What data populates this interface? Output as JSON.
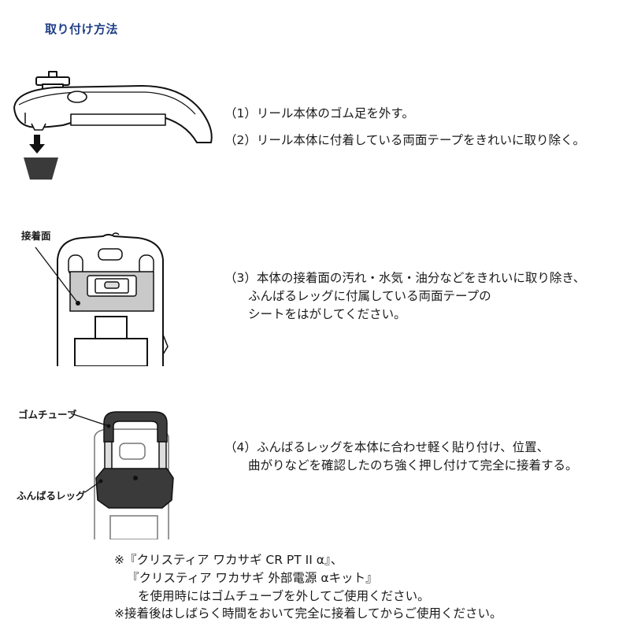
{
  "header": {
    "title": "取り付け方法"
  },
  "steps": [
    {
      "lines": [
        "（1）リール本体のゴム足を外す。"
      ]
    },
    {
      "lines": [
        "（2）リール本体に付着している両面テープをきれいに取り除く。"
      ]
    },
    {
      "lines": [
        "（3）本体の接着面の汚れ・水気・油分などをきれいに取り除き、",
        "ふんばるレッグに付属している両面テープの",
        "シートをはがしてください。"
      ]
    },
    {
      "lines": [
        "（4）ふんばるレッグを本体に合わせ軽く貼り付け、位置、",
        "曲がりなどを確認したのち強く押し付けて完全に接着する。"
      ]
    }
  ],
  "labels": {
    "adhesive_surface": "接着面",
    "rubber_tube": "ゴムチューブ",
    "funbaru_leg": "ふんばるレッグ"
  },
  "notes": {
    "note1": [
      "※『クリスティア ワカサギ CR PT II α』、",
      "『クリスティア ワカサギ 外部電源 αキット』",
      "を使用時にはゴムチューブを外してご使用ください。"
    ],
    "note2": "※接着後はしばらく時間をおいて完全に接着してからご使用ください。"
  }
}
